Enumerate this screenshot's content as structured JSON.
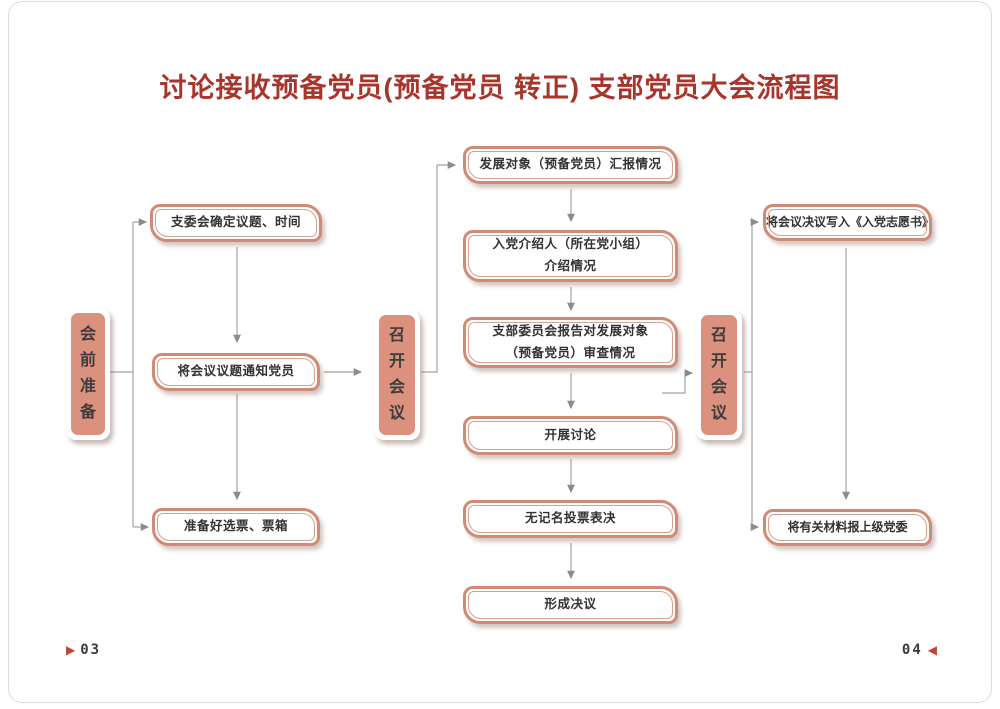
{
  "title": "讨论接收预备党员(预备党员 转正) 支部党员大会流程图",
  "stages": {
    "pre_meeting": "会前准备",
    "convene_mid": "召开会议",
    "convene_right": "召开会议"
  },
  "left_steps": [
    "支委会确定议题、时间",
    "将会议议题通知党员",
    "准备好选票、票箱"
  ],
  "middle_steps": [
    {
      "lines": [
        "发展对象（预备党员）汇报情况"
      ]
    },
    {
      "lines": [
        "入党介绍人（所在党小组）",
        "介绍情况"
      ]
    },
    {
      "lines": [
        "支部委员会报告对发展对象",
        "（预备党员）审查情况"
      ]
    },
    {
      "lines": [
        "开展讨论"
      ]
    },
    {
      "lines": [
        "无记名投票表决"
      ]
    },
    {
      "lines": [
        "形成决议"
      ]
    }
  ],
  "right_steps": [
    "将会议决议写入《入党志愿书》",
    "将有关材料报上级党委"
  ],
  "footer": {
    "left_marker": "▶",
    "left_page": "03",
    "right_page": "04",
    "right_marker": "◀"
  },
  "colors": {
    "title_red": "#a8352c",
    "box_border": "#d08a76",
    "stage_fill": "#dc917e",
    "line_gray": "#a2a2a2",
    "marker_red": "#c3453a"
  }
}
